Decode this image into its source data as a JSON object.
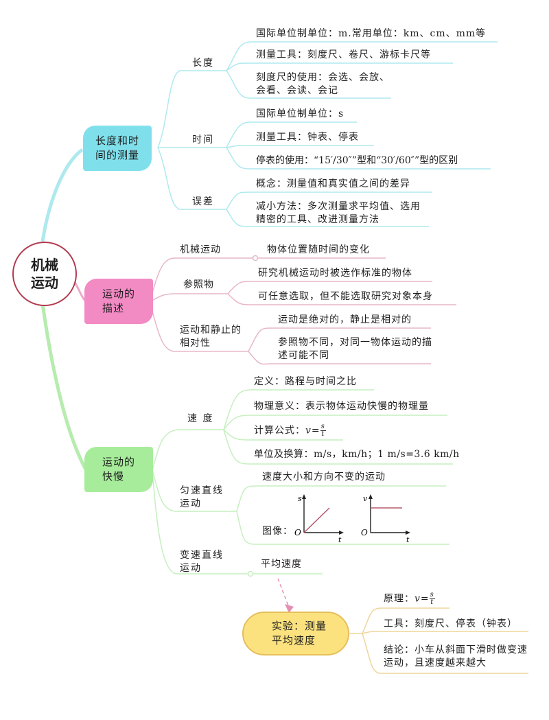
{
  "root": {
    "label_line1": "机械",
    "label_line2": "运动"
  },
  "branches": [
    {
      "label_line1": "长度和时",
      "label_line2": "间的测量",
      "color": "#7fe0ec",
      "subs": [
        {
          "label": "长度",
          "items": [
            "国际单位制单位：m.常用单位：km、cm、mm等",
            "测量工具：刻度尺、卷尺、游标卡尺等",
            "刻度尺的使用：会选、会放、会看、会读、会记"
          ]
        },
        {
          "label": "时间",
          "items": [
            "国际单位制单位：s",
            "测量工具：钟表、停表",
            "停表的使用：“15′/30″”型和“30′/60″”型的区别"
          ]
        },
        {
          "label": "误差",
          "items": [
            "概念：测量值和真实值之间的差异",
            "减小方法：多次测量求平均值、选用精密的工具、改进测量方法"
          ]
        }
      ]
    },
    {
      "label_line1": "运动的",
      "label_line2": "描述",
      "color": "#f28ac4",
      "subs": [
        {
          "label": "机械运动",
          "items": [
            "物体位置随时间的变化"
          ]
        },
        {
          "label": "参照物",
          "items": [
            "研究机械运动时被选作标准的物体",
            "可任意选取，但不能选取研究对象本身"
          ]
        },
        {
          "label": "运动和静止的相对性",
          "items": [
            "运动是绝对的，静止是相对的",
            "参照物不同，对同一物体运动的描述可能不同"
          ]
        }
      ]
    },
    {
      "label_line1": "运动的",
      "label_line2": "快慢",
      "color": "#a6ec9a",
      "subs": [
        {
          "label": "速 度",
          "items": [
            "定义：路程与时间之比",
            "物理意义：表示物体运动快慢的物理量",
            "计算公式：",
            "单位及换算：m/s，km/h；1 m/s=3.6 km/h"
          ]
        },
        {
          "label": "匀速直线运动",
          "items": [
            "速度大小和方向不变的运动",
            "图像："
          ]
        },
        {
          "label": "变速直线运动",
          "items": [
            "平均速度"
          ]
        }
      ]
    }
  ],
  "formula": {
    "lhs": "v=",
    "num": "s",
    "den": "t"
  },
  "graphs": {
    "st": {
      "y_axis": "s",
      "x_axis": "t",
      "origin": "O",
      "shape": "line through origin"
    },
    "vt": {
      "y_axis": "v",
      "x_axis": "t",
      "origin": "O",
      "shape": "horizontal line"
    }
  },
  "experiment": {
    "label_line1": "实验：测量",
    "label_line2": "平均速度",
    "principle_label": "原理：",
    "tools": "工具：刻度尺、停表（钟表）",
    "conclusion": "结论：小车从斜面下滑时做变速运动，且速度越来越大"
  },
  "colors": {
    "cyan_line": "#aee9ee",
    "pink_line": "#e7b7c8",
    "green_line": "#c6efbf",
    "yellow_line": "#efd59a",
    "arrow": "#e58fb4",
    "graph_line": "#b5586b"
  }
}
